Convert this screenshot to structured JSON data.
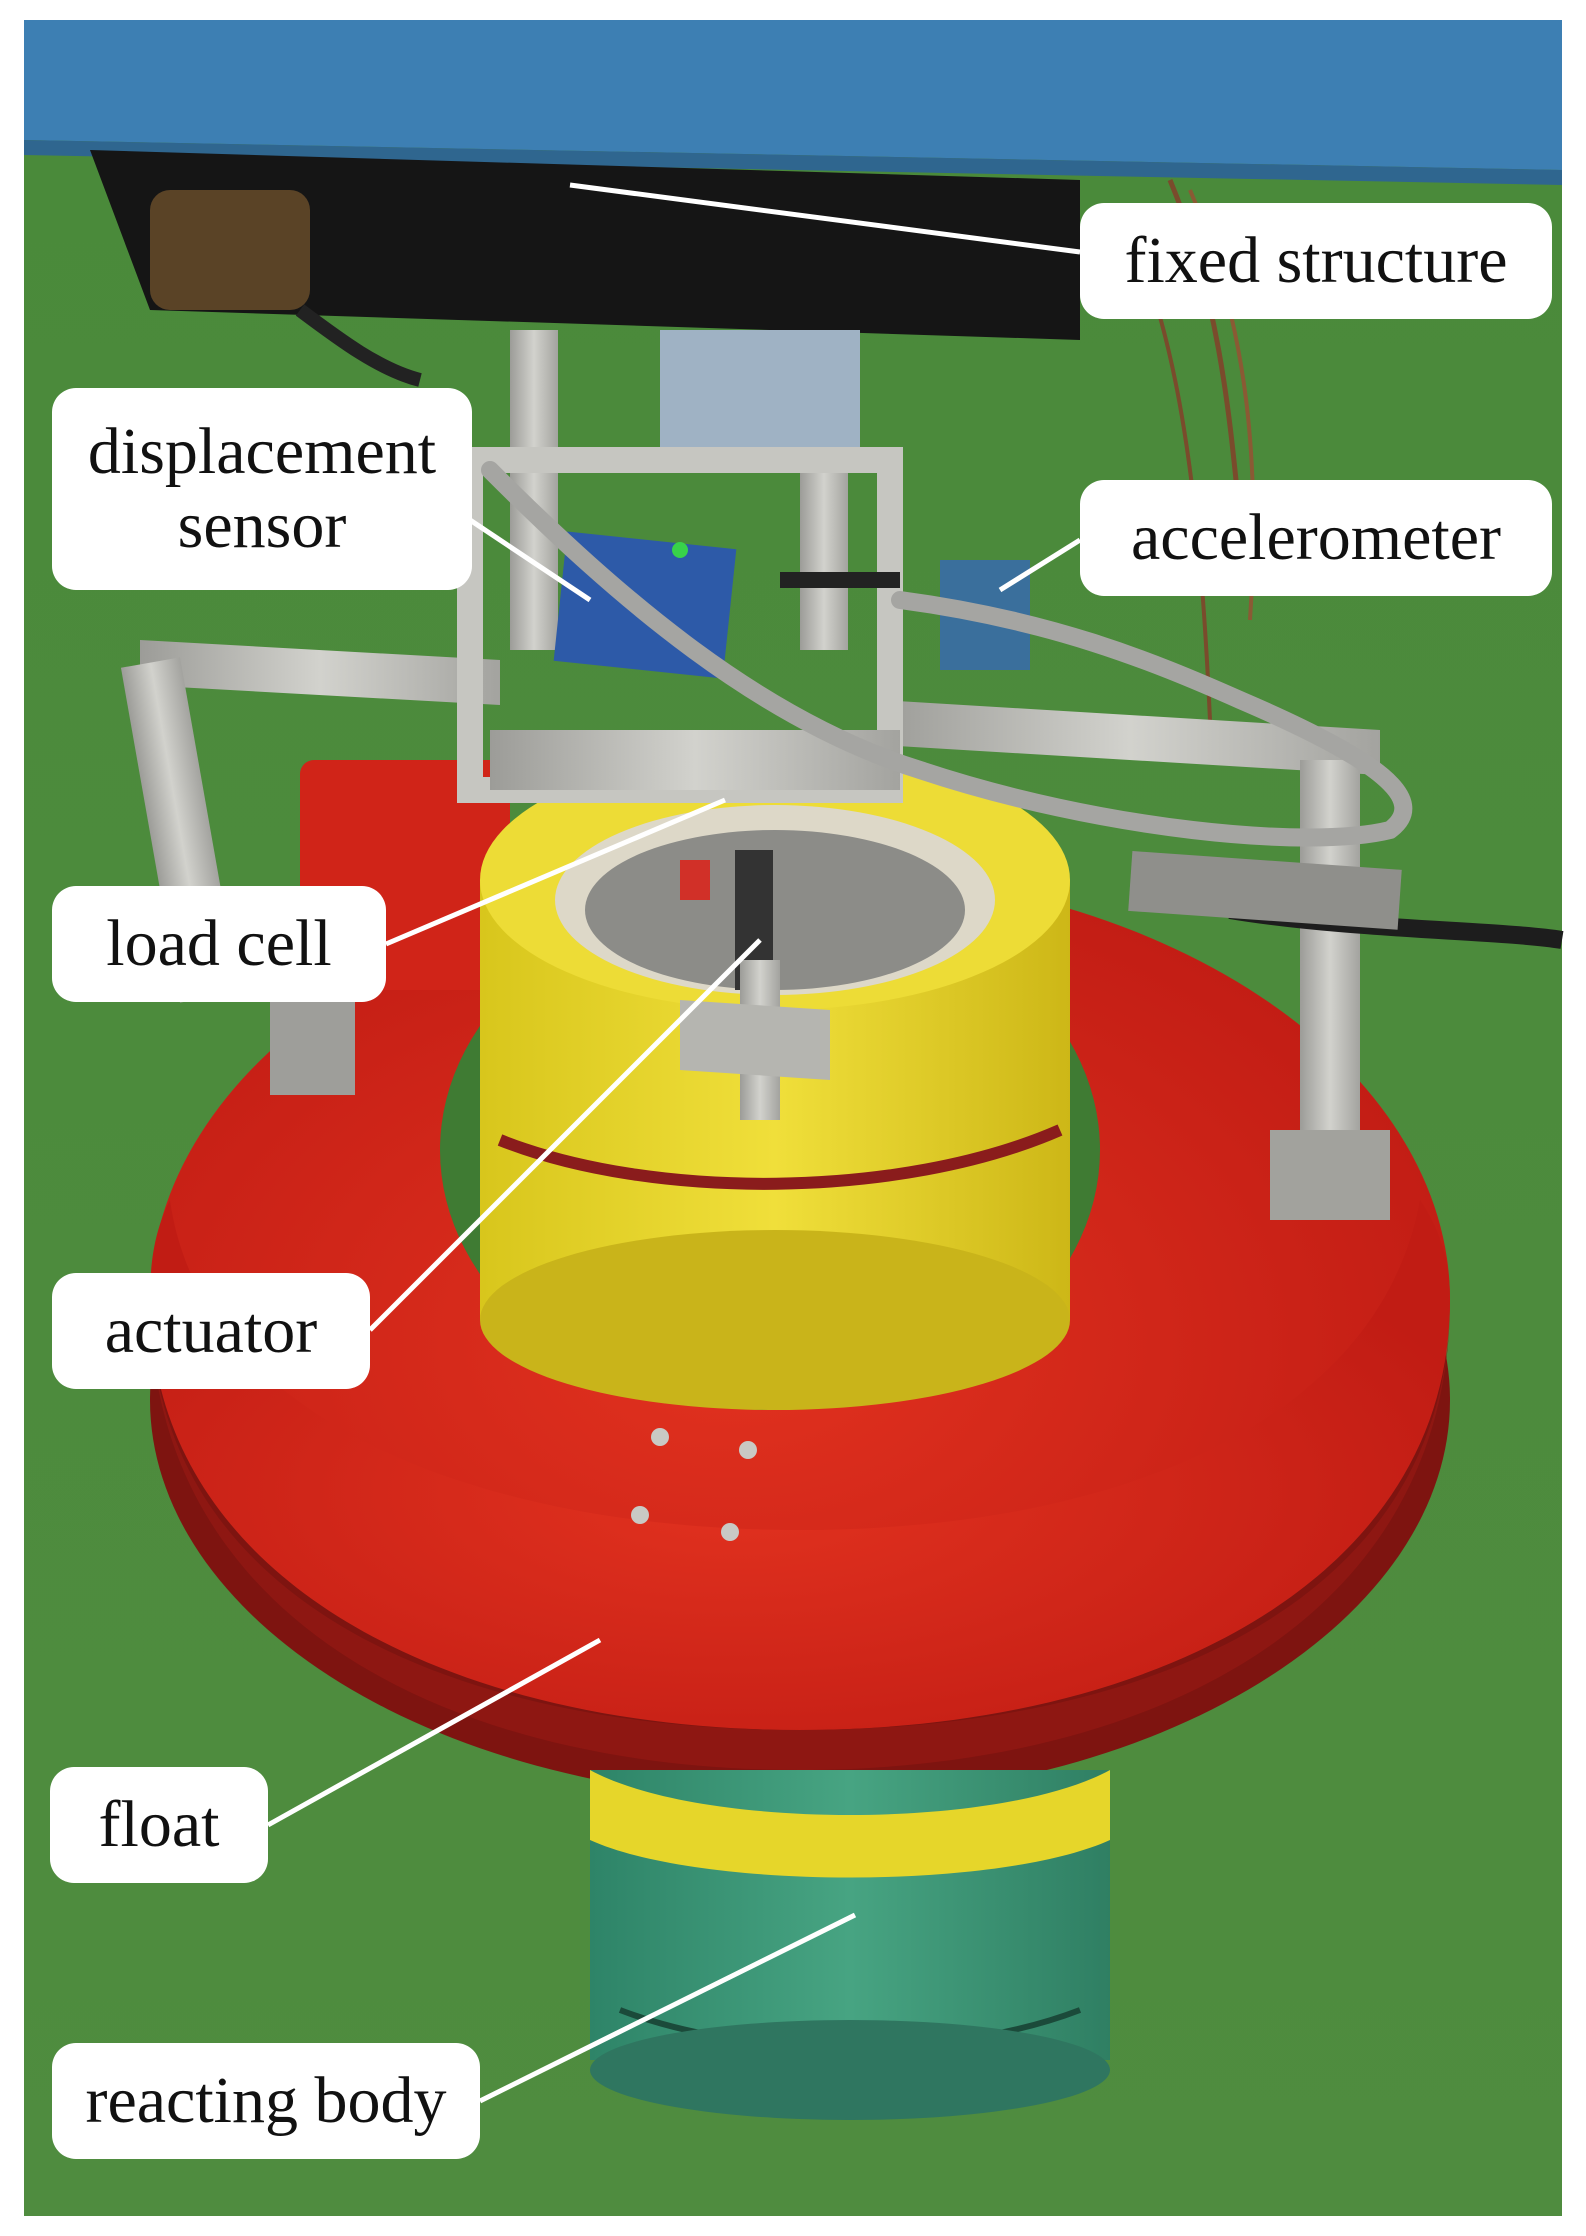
{
  "labels": {
    "fixed_structure": "fixed structure",
    "displacement_sensor": "displacement\nsensor",
    "accelerometer": "accelerometer",
    "load_cell": "load cell",
    "actuator": "actuator",
    "float": "float",
    "reacting_body": "reacting body"
  },
  "colors": {
    "background_green": "#4e8a3c",
    "frame_blue": "#3d7fb3",
    "float_red": "#d8261c",
    "reacting_body_yellow": "#e6d62a",
    "reacting_body_teal": "#3f9a7a",
    "fixed_structure_black": "#151515",
    "aluminium": "#b9b9b5"
  }
}
